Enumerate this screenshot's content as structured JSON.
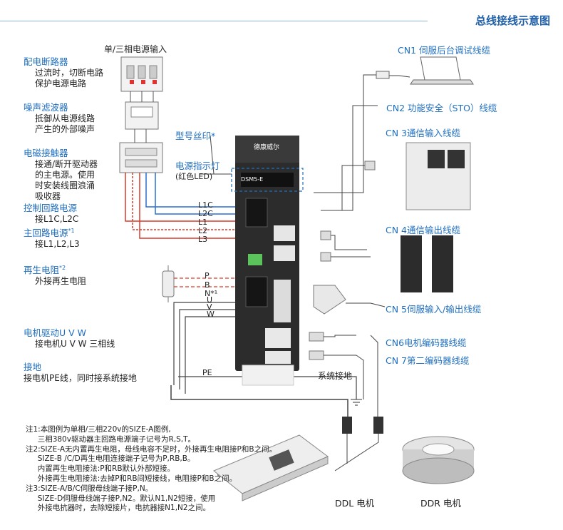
{
  "title": "总线接线示意图",
  "power_input_label": "单/三相电源输入",
  "left_items": [
    {
      "title": "配电断路器",
      "desc": [
        "过流时，切断电路",
        "保护电源电路"
      ]
    },
    {
      "title": "噪声滤波器",
      "desc": [
        "抵御从电源线路",
        "产生的外部噪声"
      ]
    },
    {
      "title": "电磁接触器",
      "desc": [
        "接通/断开驱动器",
        "的主电源。使用",
        "时安装线圈浪涌",
        "吸收器"
      ]
    },
    {
      "title": "控制回路电源",
      "desc": [
        "接L1C,L2C"
      ]
    },
    {
      "title": "主回路电源",
      "sup": "*1",
      "desc": [
        "接L1,L2,L3"
      ]
    },
    {
      "title": "再生电阻",
      "sup": "*2",
      "desc": [
        "外接再生电阻"
      ]
    },
    {
      "title": "电机驱动U V W",
      "desc": [
        "接电机U V W 三相线"
      ]
    },
    {
      "title": "接地",
      "desc": [
        "接电机PE线，同时接系统接地"
      ]
    }
  ],
  "model_label": "型号丝印*",
  "power_led_label": "电源指示灯",
  "power_led_sub": "(红色LED)",
  "terminals": [
    "L1C",
    "L2C",
    "L1",
    "L2",
    "L3"
  ],
  "regen_terminals": [
    "P",
    "B",
    "N*¹"
  ],
  "motor_terminals": [
    "U",
    "V",
    "W"
  ],
  "pe_label": "PE",
  "system_ground": "系统接地",
  "drive_brand": "德康威尔",
  "drive_model": "DSM5-E",
  "right_items": [
    "CN1 伺服后台调试线缆",
    "CN2 功能安全（STO）线缆",
    "CN 3通信输入线缆",
    "CN 4通信输出线缆",
    "CN 5伺服输入/输出线缆",
    "CN6电机编码器线缆",
    "CN 7第二编码器线缆"
  ],
  "notes": [
    "注1:本图例为单相/三相220v的SIZE-A图例,",
    "     三相380v驱动器主回路电源端子记号为R,S,T。",
    "注2:SIZE-A无内置再生电阻，母线电容不足时，外接再生电阻接P和B之间。",
    "     SIZE-B /C/D再生电阻连接端子记号为P,RB,B。",
    "     内置再生电阻接法:P和RB默认外部短接。",
    "     外接再生电阻接法:去掉P和RB间短接线，电阻接P和B之间。",
    "注3:SIZE-A/B/C伺服母线端子接P,N。",
    "     SIZE-D伺服母线端子接P,N2。默认N1,N2短接，使用",
    "     外接电抗器时，去除短接片，电抗器接N1,N2之间。"
  ],
  "ddl_label": "DDL 电机",
  "ddr_label": "DDR 电机",
  "colors": {
    "accent": "#1f6fbf",
    "red_wire": "#d93a2b",
    "blue_wire": "#2a6fd1"
  }
}
